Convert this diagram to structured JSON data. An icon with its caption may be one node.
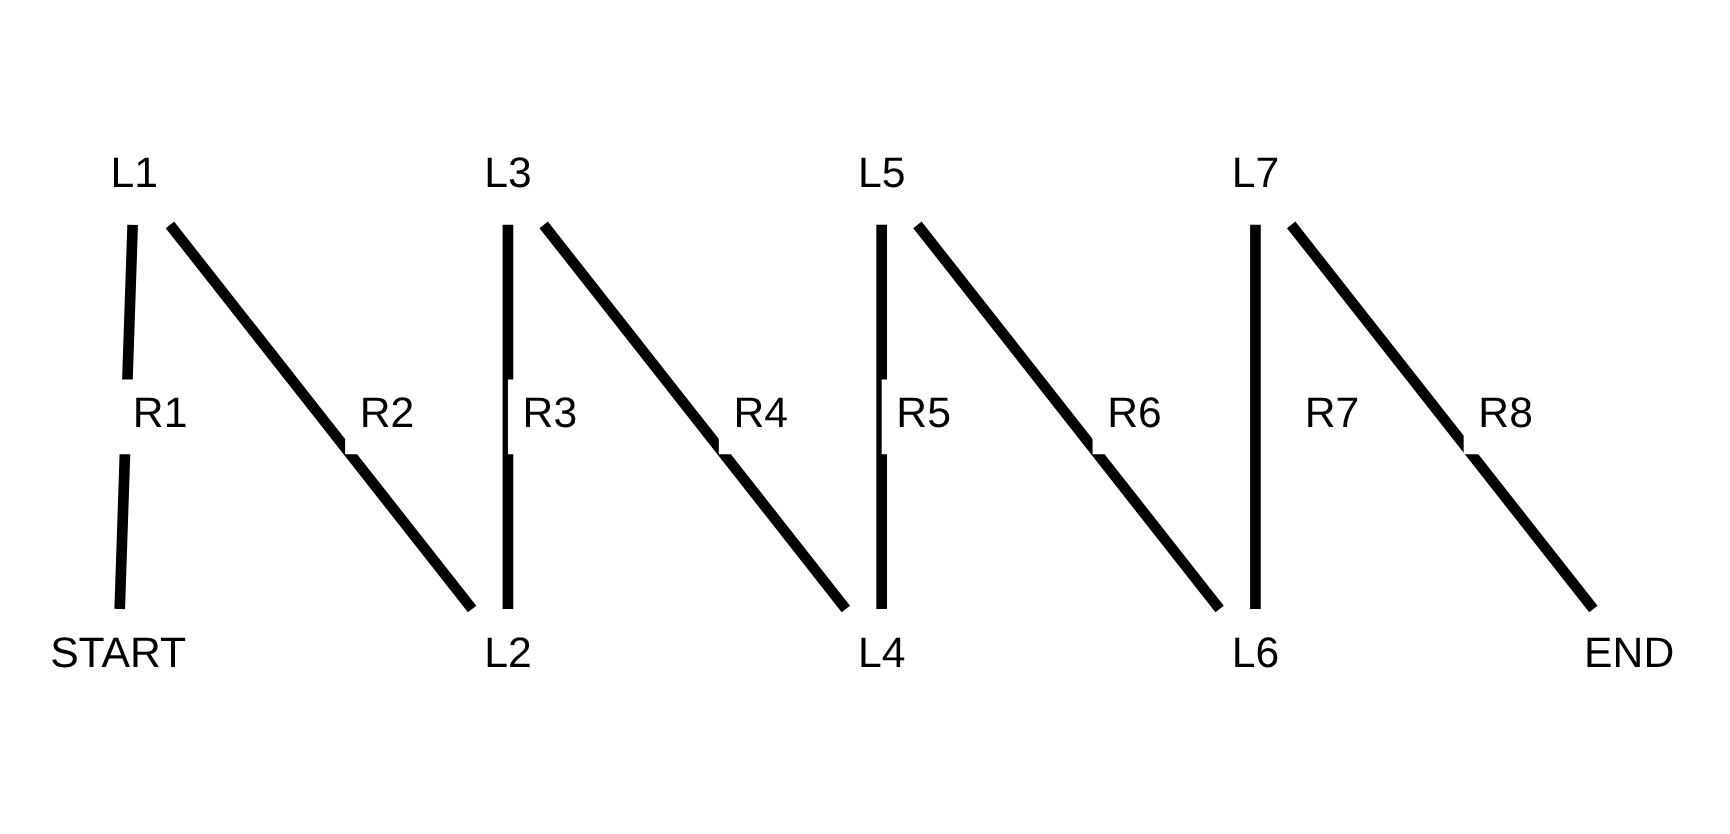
{
  "diagram": {
    "nodes": [
      {
        "text": [
          "START"
        ]
      },
      {
        "text": [
          "L1"
        ]
      },
      {
        "text": [
          "L2"
        ]
      },
      {
        "text": [
          "L3"
        ]
      },
      {
        "text": [
          "L4"
        ]
      },
      {
        "text": [
          "L5"
        ]
      },
      {
        "text": [
          "L6"
        ]
      },
      {
        "text": [
          "L7"
        ]
      },
      {
        "text": [
          "END"
        ]
      }
    ],
    "edges": [
      {
        "from": 0,
        "to": 1,
        "arrow": "none",
        "label": "R1"
      },
      {
        "from": 1,
        "to": 2,
        "arrow": "none",
        "label": "R2"
      },
      {
        "from": 2,
        "to": 3,
        "arrow": "none",
        "label": "R3"
      },
      {
        "from": 3,
        "to": 4,
        "arrow": "none",
        "label": "R4"
      },
      {
        "from": 4,
        "to": 5,
        "arrow": "none",
        "label": "R5"
      },
      {
        "from": 5,
        "to": 6,
        "arrow": "none",
        "label": "R6"
      },
      {
        "from": 6,
        "to": 7,
        "arrow": "none",
        "label": "R7"
      },
      {
        "from": 7,
        "to": 8,
        "arrow": "none",
        "label": "R8"
      }
    ]
  }
}
